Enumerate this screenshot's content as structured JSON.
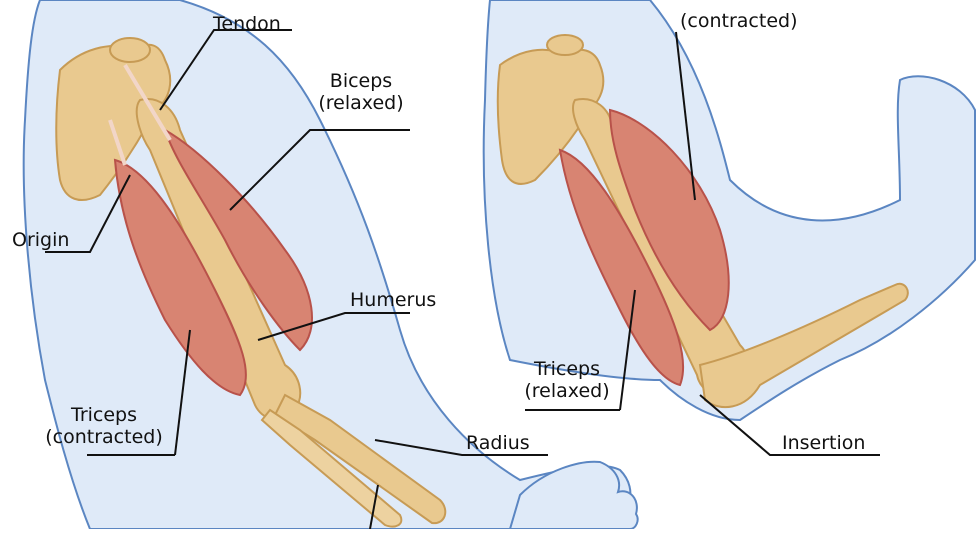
{
  "labels": {
    "tendon": "Tendon",
    "biceps_relaxed_1": "Biceps",
    "biceps_relaxed_2": "(relaxed)",
    "origin": "Origin",
    "humerus": "Humerus",
    "triceps_contracted_1": "Triceps",
    "triceps_contracted_2": "(contracted)",
    "radius": "Radius",
    "biceps_contracted": "(contracted)",
    "triceps_relaxed_1": "Triceps",
    "triceps_relaxed_2": "(relaxed)",
    "insertion": "Insertion"
  },
  "colors": {
    "skin": "#dfeaf8",
    "skin_outline": "#5b86c2",
    "bone": "#e9c98f",
    "bone_shadow": "#c79b55",
    "muscle": "#d88472",
    "muscle_dark": "#b8524a",
    "tendon": "#f2d6c8",
    "ink": "#111111"
  }
}
